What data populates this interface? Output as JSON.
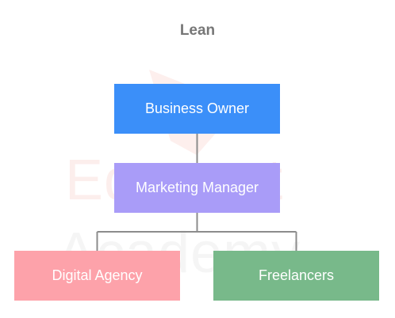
{
  "diagram": {
    "title": "Lean",
    "watermark": {
      "line1": "Equanet",
      "line2": "Academy"
    },
    "nodes": {
      "owner": {
        "label": "Business Owner",
        "color": "#3b8ff9"
      },
      "marketing_manager": {
        "label": "Marketing Manager",
        "color": "#a99cf8"
      },
      "digital_agency": {
        "label": "Digital Agency",
        "color": "#fda2aa"
      },
      "freelancers": {
        "label": "Freelancers",
        "color": "#78b98a"
      }
    },
    "edges": [
      [
        "owner",
        "marketing_manager"
      ],
      [
        "marketing_manager",
        "digital_agency"
      ],
      [
        "marketing_manager",
        "freelancers"
      ]
    ]
  }
}
